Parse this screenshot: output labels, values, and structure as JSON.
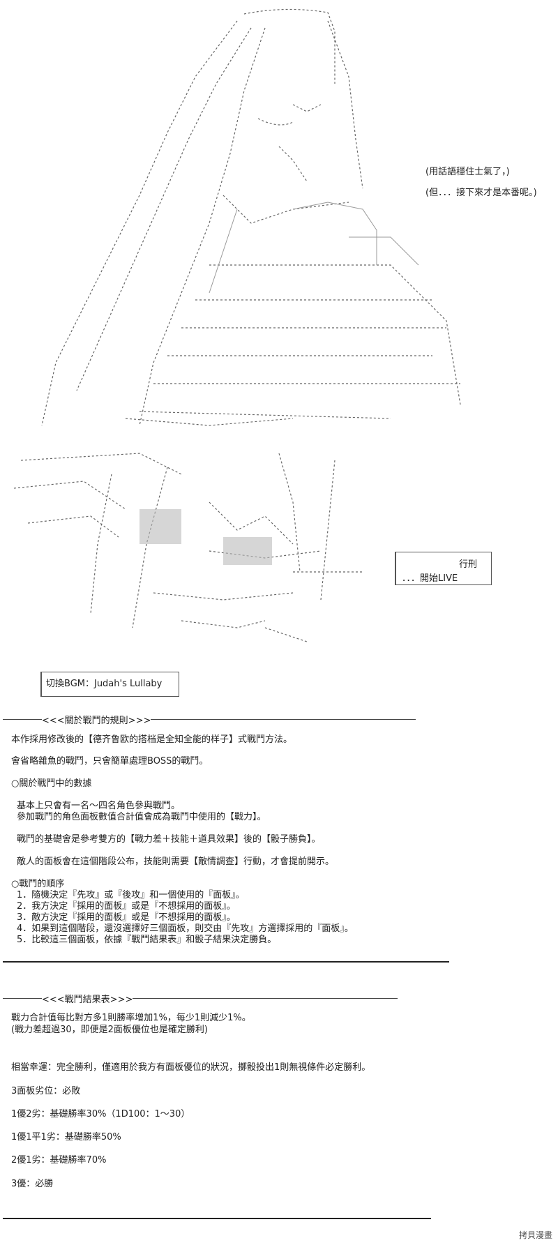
{
  "dialogue": {
    "line1": "(用話語穩住士氣了，)",
    "line2": "(但．．．接下來才是本番呢。)"
  },
  "skill_box": {
    "line1": "行刑",
    "line2": "．．．開始LIVE"
  },
  "bgm_box": {
    "text": "切換BGM：Judah's Lullaby"
  },
  "rules": {
    "header": "<<<關於戰鬥的規則>>>",
    "p1": "本作採用修改後的【德齐鲁欧的搭档是全知全能的样子】式戰鬥方法。",
    "p2": "會省略雜魚的戰鬥，只會簡單處理BOSS的戰鬥。",
    "sec1_title": "○關於戰鬥中的數據",
    "sec1_l1": "基本上只會有一名～四名角色參與戰鬥。",
    "sec1_l2": "參加戰鬥的角色面板數值合計值會成為戰鬥中使用的【戰力】。",
    "sec1_l3": "戰鬥的基礎會是參考雙方的【戰力差＋技能＋道具效果】後的【骰子勝負】。",
    "sec1_l4": "敵人的面板會在這個階段公布，技能則需要【敵情調查】行動，才會提前開示。",
    "sec2_title": "○戰鬥的順序",
    "steps": [
      "1．隨機決定『先攻』或『後攻』和一個使用的『面板』。",
      "2．我方決定『採用的面板』或是『不想採用的面板』。",
      "3．敵方決定『採用的面板』或是『不想採用的面板』。",
      "4．如果到這個階段，還沒選擇好三個面板，則交由『先攻』方選擇採用的『面板』。",
      "5．比較這三個面板，依據『戰鬥結果表』和骰子結果決定勝負。"
    ]
  },
  "results": {
    "header": "<<<戰鬥結果表>>>",
    "l1": "戰力合計值每比對方多1則勝率增加1%，每少1則減少1%。",
    "l2": "(戰力差超過30，即便是2面板優位也是確定勝利)",
    "l3": "相當幸運：完全勝利，僅適用於我方有面板優位的狀況，擲骰投出1則無視條件必定勝利。",
    "l4": "3面板劣位：必敗",
    "l5": "1優2劣：基礎勝率30%（1D100：1～30）",
    "l6": "1優1平1劣：基礎勝率50%",
    "l7": "2優1劣：基礎勝率70%",
    "l8": "3優：必勝"
  },
  "watermark": "拷貝漫畫"
}
